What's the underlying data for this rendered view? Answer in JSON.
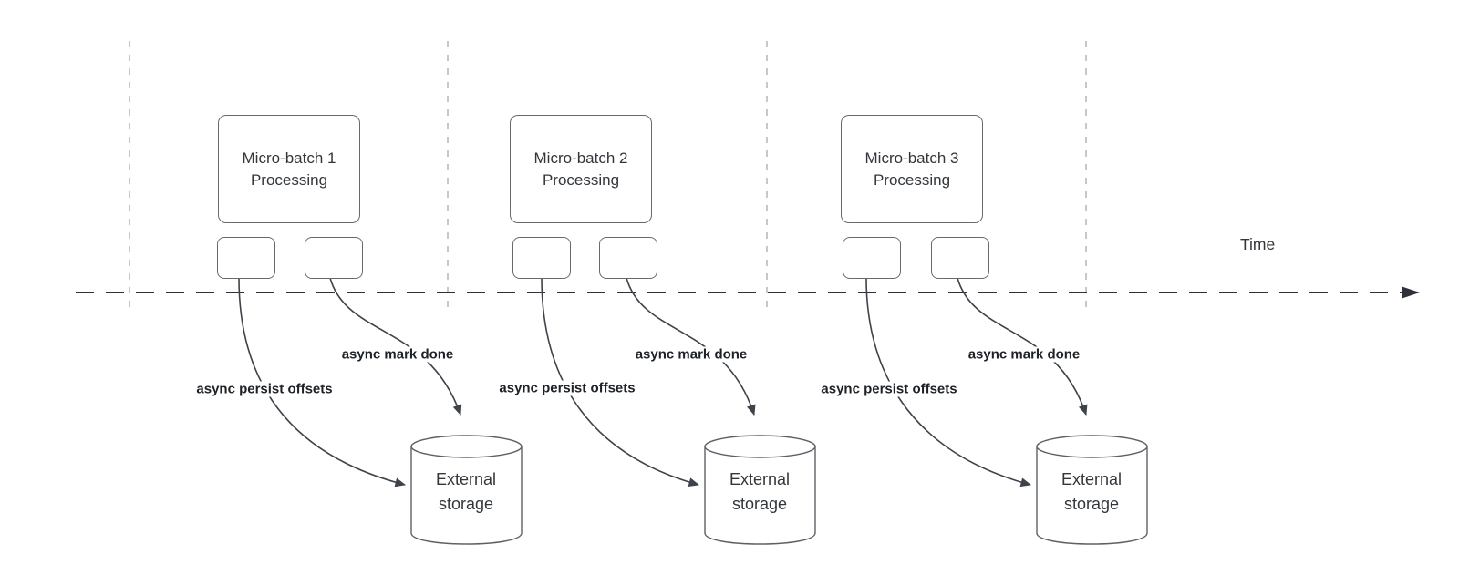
{
  "timeline": {
    "label": "Time"
  },
  "batches": [
    {
      "title": "Micro-batch 1\nProcessing",
      "persist_label": "async persist offsets",
      "mark_label": "async mark done",
      "storage_label": "External\nstorage"
    },
    {
      "title": "Micro-batch 2\nProcessing",
      "persist_label": "async persist offsets",
      "mark_label": "async mark done",
      "storage_label": "External\nstorage"
    },
    {
      "title": "Micro-batch 3\nProcessing",
      "persist_label": "async persist offsets",
      "mark_label": "async mark done",
      "storage_label": "External\nstorage"
    }
  ],
  "colors": {
    "arrow_stroke": "#3e434a",
    "timeline_stroke": "#2e3238",
    "shape_border": "#66696e",
    "gridline": "#b0b0b0",
    "text": "#33373c",
    "background": "#ffffff"
  }
}
